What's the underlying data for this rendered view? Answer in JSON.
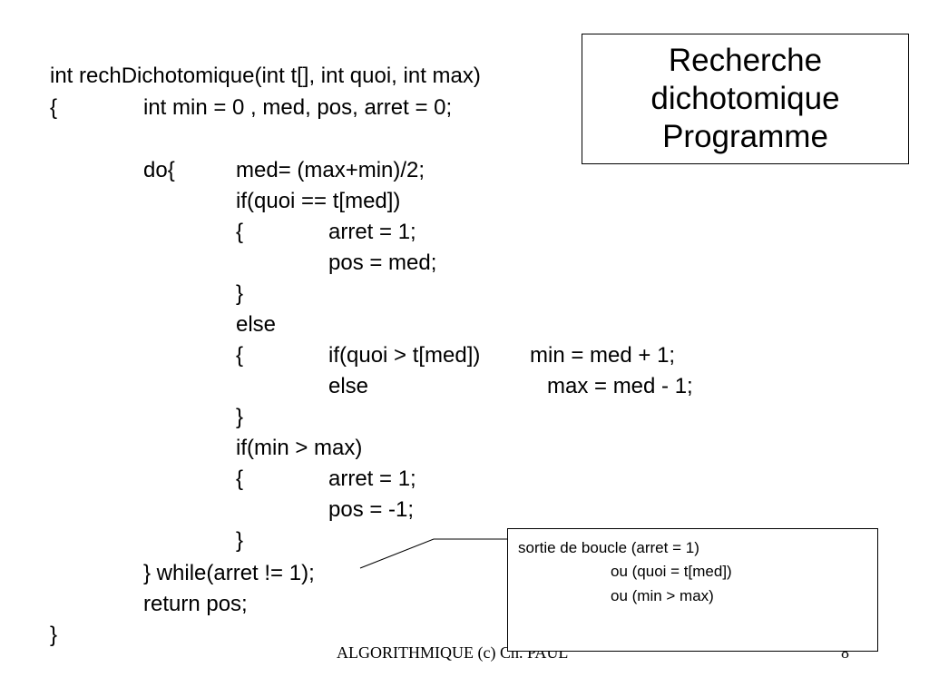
{
  "title": {
    "line1": "Recherche",
    "line2": "dichotomique",
    "line3": "Programme"
  },
  "code": {
    "l1": "int rechDichotomique(int t[], int quoi, int max)",
    "l2_brace": "{",
    "l2_code": "int min = 0 , med, pos, arret = 0;",
    "l3_do": "do{",
    "l3_code": "med= (max+min)/2;",
    "l4": "if(quoi ==  t[med])",
    "l5_brace": "{",
    "l5_code": "arret = 1;",
    "l6": "pos = med;",
    "l7": "}",
    "l8": "else",
    "l9_brace": "{",
    "l9_if": "if(quoi > t[med])",
    "l9_assign": "min = med + 1;",
    "l10_else": "else",
    "l10_assign": "max = med - 1;",
    "l11": "}",
    "l12": "if(min > max)",
    "l13_brace": "{",
    "l13_code": "arret = 1;",
    "l14": "pos = -1;",
    "l15": "}",
    "l16": "} while(arret != 1);",
    "l17": "return pos;",
    "l18": "}"
  },
  "note": {
    "line1": "sortie de boucle (arret = 1)",
    "line2": "ou (quoi = t[med])",
    "line3": "ou (min > max)"
  },
  "footer": {
    "label": "ALGORITHMIQUE (c) Ch. PAUL",
    "page": "8"
  }
}
